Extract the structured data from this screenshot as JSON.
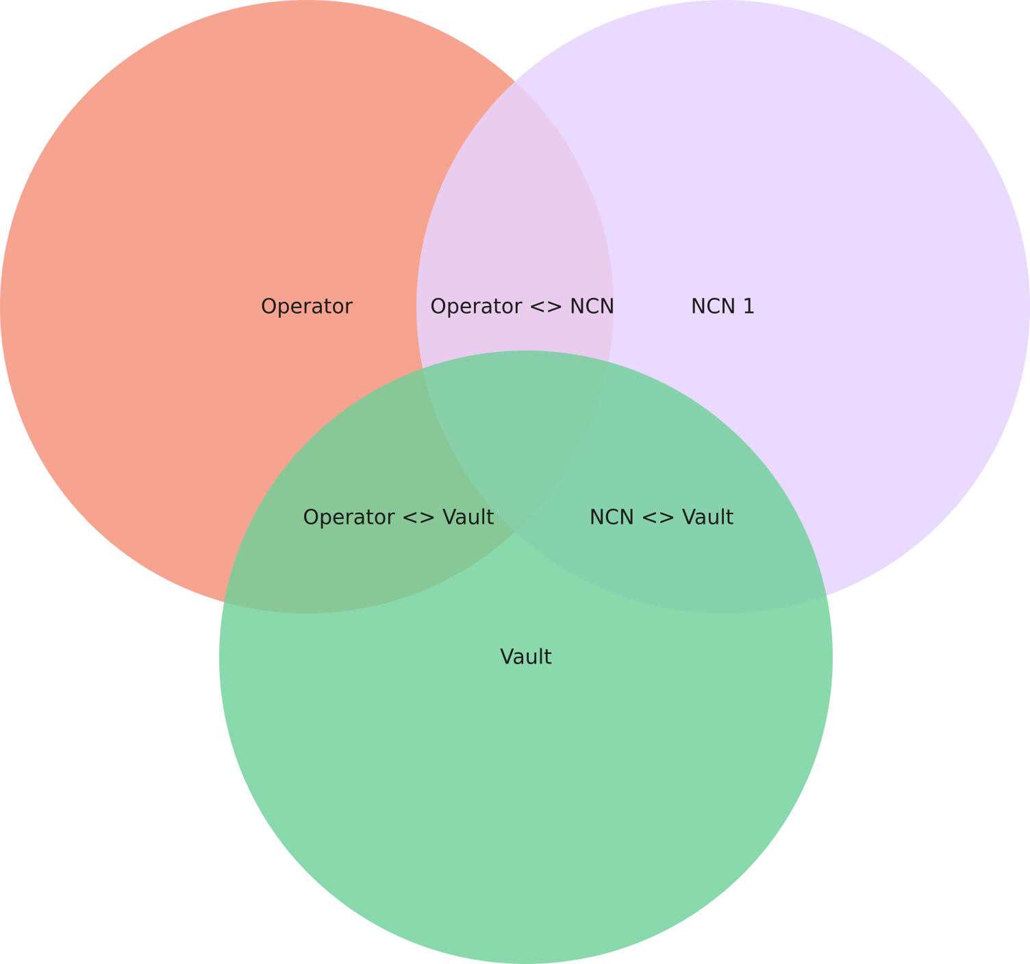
{
  "diagram": {
    "type": "venn-3",
    "sets": [
      {
        "id": "operator",
        "label": "Operator",
        "color": "#f5937c"
      },
      {
        "id": "ncn",
        "label": "NCN 1",
        "color": "#e6d3ff"
      },
      {
        "id": "vault",
        "label": "Vault",
        "color": "#6dcf97"
      }
    ],
    "intersections": [
      {
        "id": "operator-ncn",
        "label": "Operator <> NCN"
      },
      {
        "id": "operator-vault",
        "label": "Operator <> Vault"
      },
      {
        "id": "ncn-vault",
        "label": "NCN <> Vault"
      }
    ]
  }
}
